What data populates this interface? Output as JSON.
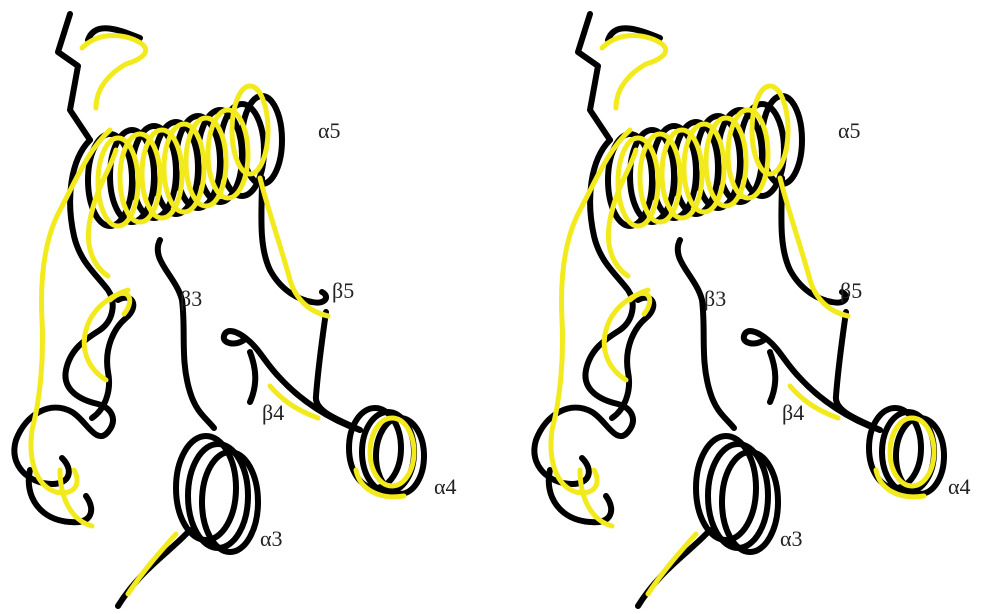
{
  "colors": {
    "background": "#ffffff",
    "structure_a": "#000000",
    "structure_b": "#f2ea1c"
  },
  "panels": [
    {
      "id": "left",
      "labels": {
        "alpha5": "α5",
        "beta5": "β5",
        "beta3": "β3",
        "beta4": "β4",
        "alpha4": "α4",
        "alpha3": "α3"
      }
    },
    {
      "id": "right",
      "labels": {
        "alpha5": "α5",
        "beta5": "β5",
        "beta3": "β3",
        "beta4": "β4",
        "alpha4": "α4",
        "alpha3": "α3"
      }
    }
  ]
}
